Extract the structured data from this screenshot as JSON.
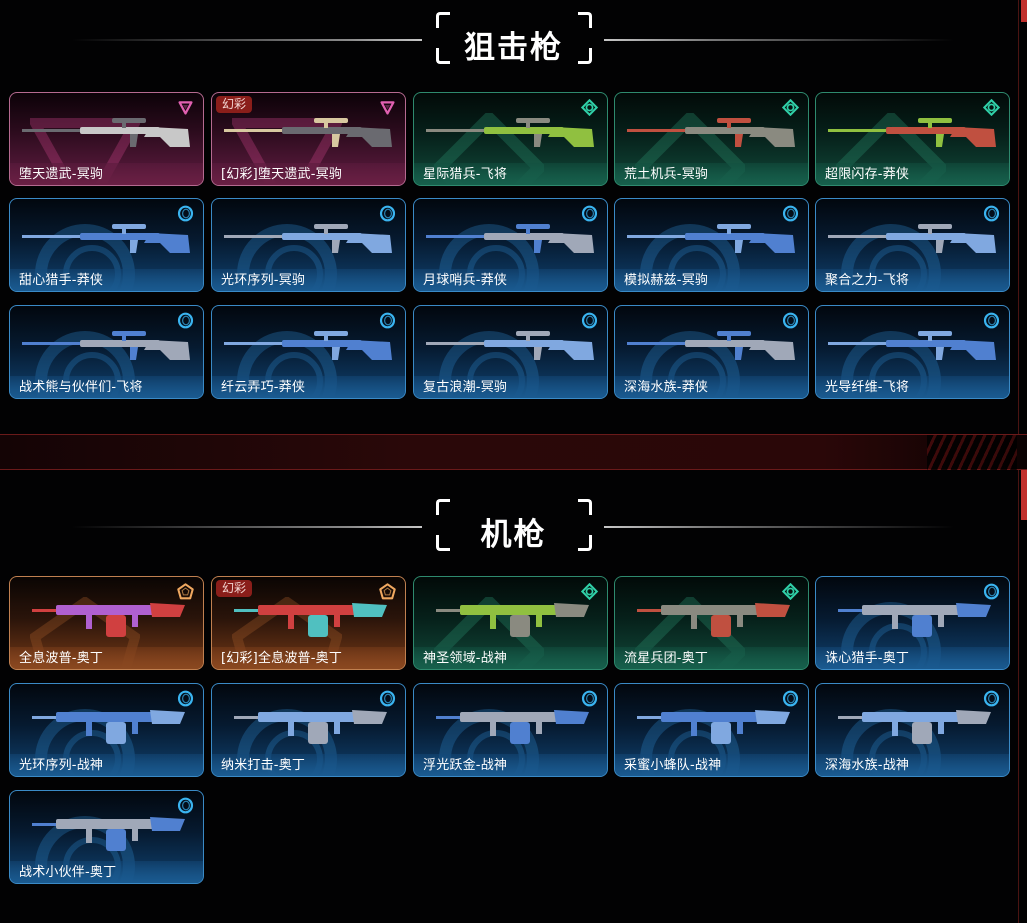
{
  "colors": {
    "pink_border": "#b56a90",
    "green_border": "#2e8a6e",
    "blue_border": "#3a8ac6",
    "orange_border": "#c08050",
    "accent_red": "#c0302c",
    "badge_red": "#8a1e1a"
  },
  "sections": [
    {
      "title": "狙击枪",
      "items": [
        {
          "name": "堕天遗武-冥驹",
          "rarity": "pink",
          "rarity_icon": "triangle-down-icon",
          "badge": null
        },
        {
          "name": "[幻彩]堕天遗武-冥驹",
          "rarity": "pink",
          "rarity_icon": "triangle-down-icon",
          "badge": "幻彩"
        },
        {
          "name": "星际猎兵-飞将",
          "rarity": "green",
          "rarity_icon": "diamond-icon",
          "badge": null
        },
        {
          "name": "荒土机兵-冥驹",
          "rarity": "green",
          "rarity_icon": "diamond-icon",
          "badge": null
        },
        {
          "name": "超限闪存-莽侠",
          "rarity": "green",
          "rarity_icon": "diamond-icon",
          "badge": null
        },
        {
          "name": "甜心猎手-莽侠",
          "rarity": "blue",
          "rarity_icon": "ring-icon",
          "badge": null
        },
        {
          "name": "光环序列-冥驹",
          "rarity": "blue",
          "rarity_icon": "ring-icon",
          "badge": null
        },
        {
          "name": "月球哨兵-莽侠",
          "rarity": "blue",
          "rarity_icon": "ring-icon",
          "badge": null
        },
        {
          "name": "模拟赫兹-冥驹",
          "rarity": "blue",
          "rarity_icon": "ring-icon",
          "badge": null
        },
        {
          "name": "聚合之力-飞将",
          "rarity": "blue",
          "rarity_icon": "ring-icon",
          "badge": null
        },
        {
          "name": "战术熊与伙伴们-飞将",
          "rarity": "blue",
          "rarity_icon": "ring-icon",
          "badge": null
        },
        {
          "name": "纤云弄巧-莽侠",
          "rarity": "blue",
          "rarity_icon": "ring-icon",
          "badge": null
        },
        {
          "name": "复古浪潮-冥驹",
          "rarity": "blue",
          "rarity_icon": "ring-icon",
          "badge": null
        },
        {
          "name": "深海水族-莽侠",
          "rarity": "blue",
          "rarity_icon": "ring-icon",
          "badge": null
        },
        {
          "name": "光导纤维-飞将",
          "rarity": "blue",
          "rarity_icon": "ring-icon",
          "badge": null
        }
      ]
    },
    {
      "title": "机枪",
      "items": [
        {
          "name": "全息波普-奥丁",
          "rarity": "orange",
          "rarity_icon": "pentagon-icon",
          "badge": null
        },
        {
          "name": "[幻彩]全息波普-奥丁",
          "rarity": "orange",
          "rarity_icon": "pentagon-icon",
          "badge": "幻彩"
        },
        {
          "name": "神圣领域-战神",
          "rarity": "green",
          "rarity_icon": "diamond-icon",
          "badge": null
        },
        {
          "name": "流星兵团-奥丁",
          "rarity": "green",
          "rarity_icon": "diamond-icon",
          "badge": null
        },
        {
          "name": "诛心猎手-奥丁",
          "rarity": "blue",
          "rarity_icon": "ring-icon",
          "badge": null
        },
        {
          "name": "光环序列-战神",
          "rarity": "blue",
          "rarity_icon": "ring-icon",
          "badge": null
        },
        {
          "name": "纳米打击-奥丁",
          "rarity": "blue",
          "rarity_icon": "ring-icon",
          "badge": null
        },
        {
          "name": "浮光跃金-战神",
          "rarity": "blue",
          "rarity_icon": "ring-icon",
          "badge": null
        },
        {
          "name": "采蜜小蜂队-战神",
          "rarity": "blue",
          "rarity_icon": "ring-icon",
          "badge": null
        },
        {
          "name": "深海水族-战神",
          "rarity": "blue",
          "rarity_icon": "ring-icon",
          "badge": null
        },
        {
          "name": "战术小伙伴-奥丁",
          "rarity": "blue",
          "rarity_icon": "ring-icon",
          "badge": null
        }
      ]
    }
  ]
}
